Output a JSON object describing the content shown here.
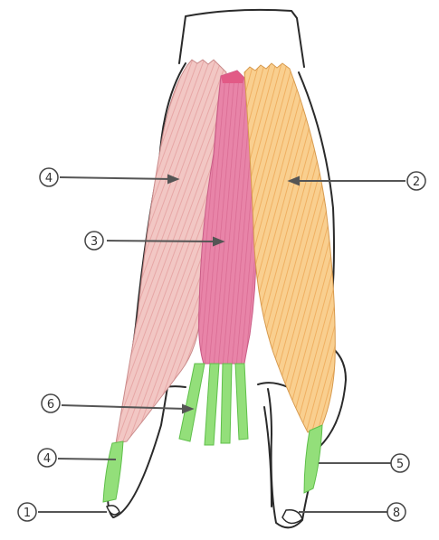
{
  "labels": [
    {
      "id": "label-1",
      "text": "1"
    },
    {
      "id": "label-2",
      "text": "2"
    },
    {
      "id": "label-3",
      "text": "3"
    },
    {
      "id": "label-4-top",
      "text": "4"
    },
    {
      "id": "label-4-bottom",
      "text": "4"
    },
    {
      "id": "label-5",
      "text": "5"
    },
    {
      "id": "label-6",
      "text": "6"
    },
    {
      "id": "label-8",
      "text": "8"
    }
  ],
  "colors": {
    "outline": "#2a2a2a",
    "muscle_pink_light": "#f2c7c4",
    "muscle_pink_stripe": "#e7a7a6",
    "muscle_magenta": "#e884a8",
    "muscle_magenta_top": "#e25a86",
    "muscle_orange": "#f9cf8f",
    "muscle_orange_stripe": "#f0b062",
    "tendon_green": "#93df7a",
    "tendon_green_dark": "#5fbf4a",
    "leader_line": "#555555",
    "label_circle": "#444444"
  }
}
